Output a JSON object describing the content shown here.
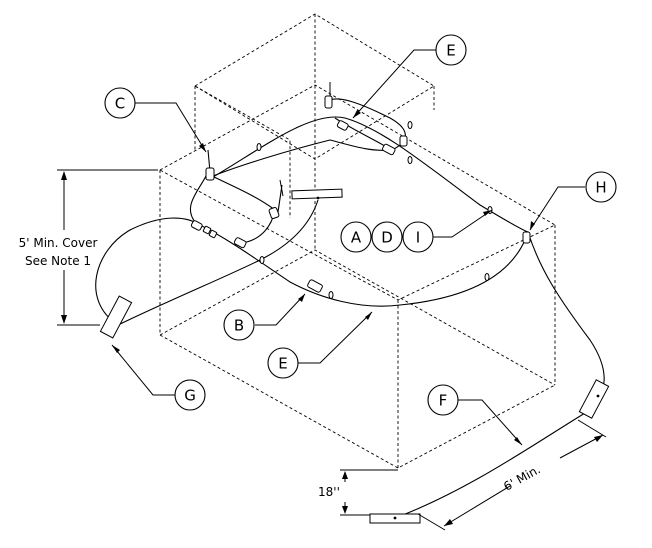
{
  "callouts": {
    "A": "A",
    "B": "B",
    "C": "C",
    "D": "D",
    "E_top": "E",
    "E_bottom": "E",
    "F": "F",
    "G": "G",
    "H": "H",
    "I": "I"
  },
  "dimensions": {
    "cover_line1": "5' Min. Cover",
    "cover_line2": "See Note 1",
    "depth": "18''",
    "length": "6' Min."
  }
}
